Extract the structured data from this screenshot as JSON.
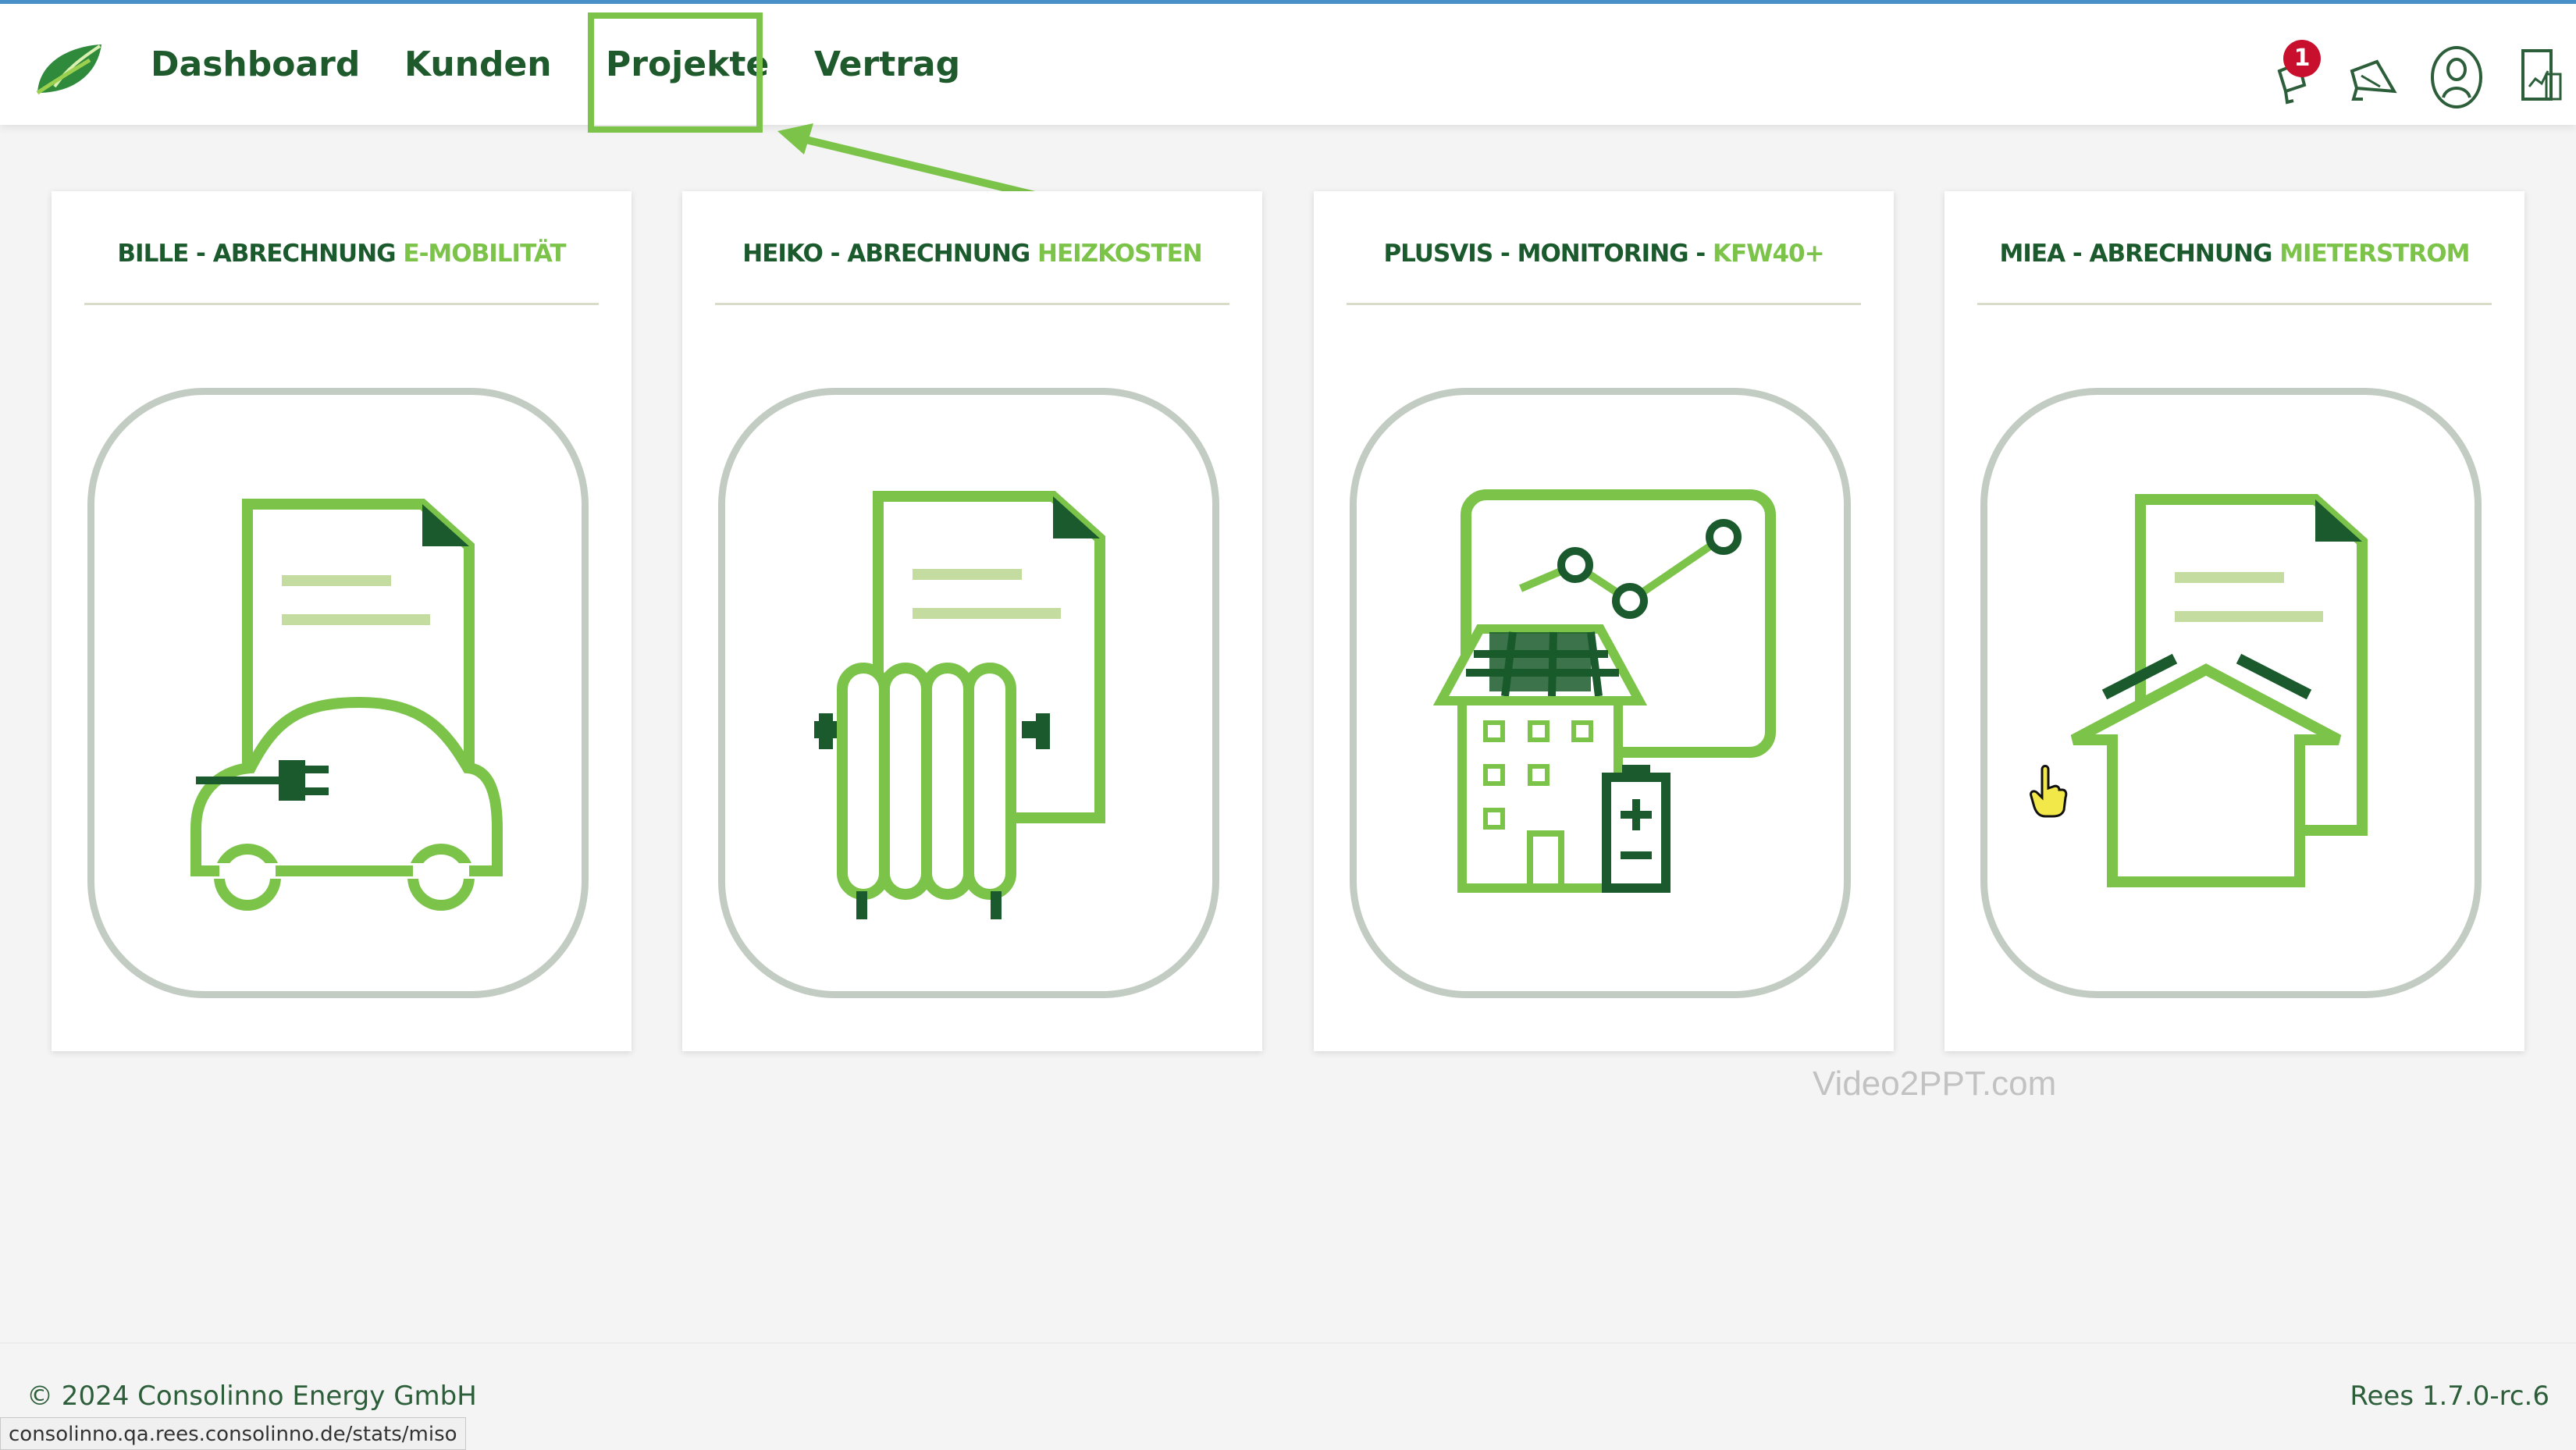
{
  "nav": {
    "items": [
      {
        "label": "Dashboard"
      },
      {
        "label": "Kunden"
      },
      {
        "label": "Projekte"
      },
      {
        "label": "Vertrag"
      }
    ],
    "active": "Projekte"
  },
  "header": {
    "notification_count": "1",
    "icons": [
      "bell-icon",
      "megaphone-icon",
      "user-account-icon",
      "building-chart-icon"
    ]
  },
  "cards": [
    {
      "title_main": "BILLE - ABRECHNUNG",
      "title_accent": "E-MOBILITÄT",
      "icon": "ev-charging-document-icon"
    },
    {
      "title_main": "HEIKO - ABRECHNUNG",
      "title_accent": "HEIZKOSTEN",
      "icon": "radiator-document-icon"
    },
    {
      "title_main": "PLUSVIS - MONITORING -",
      "title_accent": "KFW40+",
      "icon": "solar-building-monitoring-icon"
    },
    {
      "title_main": "MIEA - ABRECHNUNG",
      "title_accent": "MIETERSTROM",
      "icon": "house-document-icon"
    }
  ],
  "watermark": "Video2PPT.com",
  "footer": {
    "copyright": "© 2024 Consolinno Energy GmbH",
    "version": "Rees 1.7.0-rc.6"
  },
  "status_bar_url": "consolinno.qa.rees.consolinno.de/stats/miso",
  "colors": {
    "dark_green": "#1a5a2c",
    "accent_green": "#7cc34a",
    "highlight": "#7cc34a",
    "badge_red": "#c8102e",
    "top_border_blue": "#4a90c8"
  }
}
